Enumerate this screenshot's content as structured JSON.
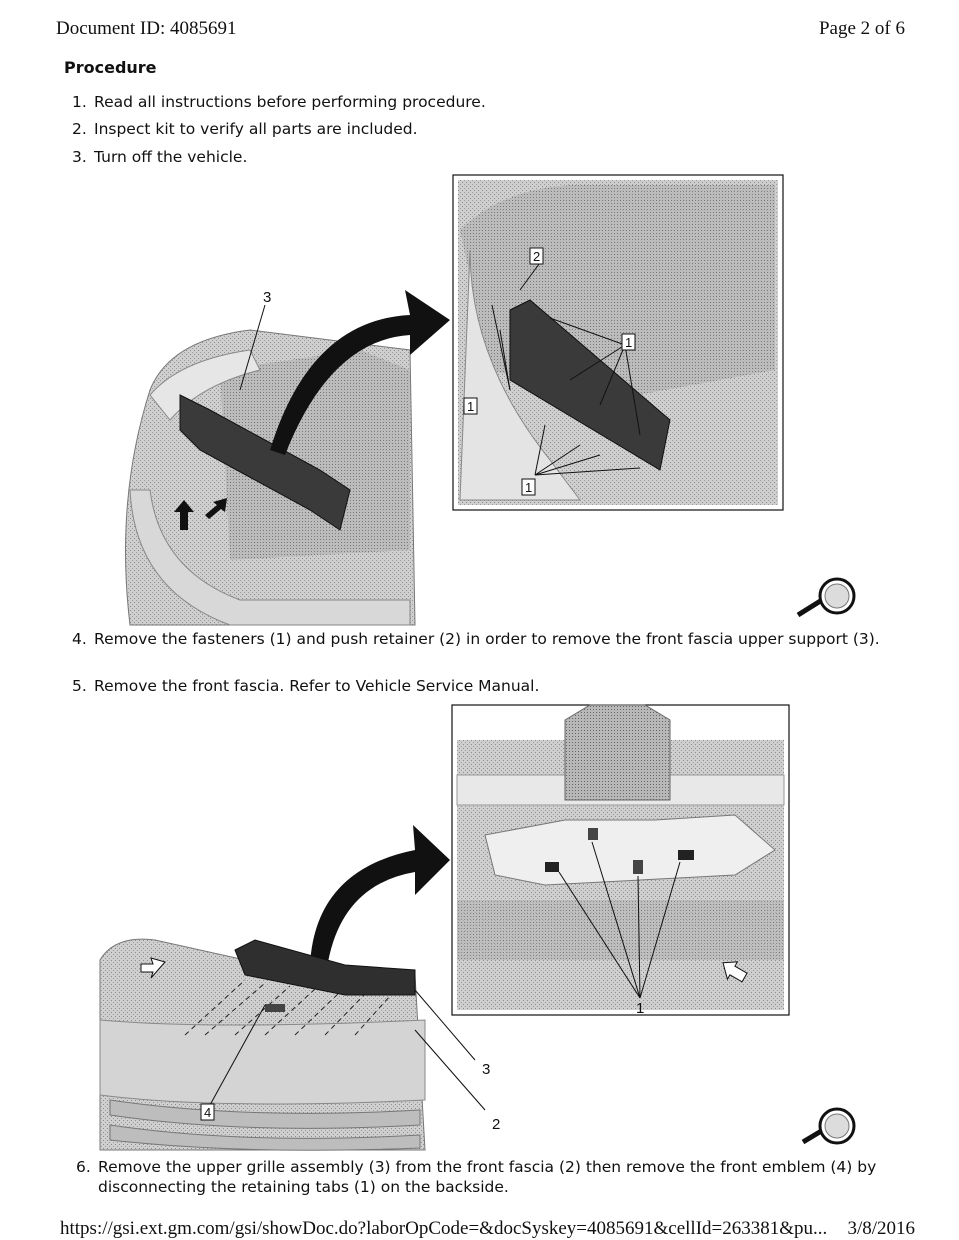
{
  "header": {
    "document_id": "Document ID: 4085691",
    "page": "Page 2 of 6"
  },
  "section": {
    "heading": "Procedure"
  },
  "steps": [
    {
      "num": "1.",
      "text": "Read all instructions before performing procedure."
    },
    {
      "num": "2.",
      "text": "Inspect kit to verify all parts are included."
    },
    {
      "num": "3.",
      "text": "Turn off the vehicle."
    },
    {
      "num": "4.",
      "text": "Remove the fasteners (1) and push retainer (2) in order to remove the front fascia upper support (3)."
    },
    {
      "num": "5.",
      "text": "Remove the front fascia. Refer to Vehicle Service Manual."
    },
    {
      "num": "6.",
      "text": "Remove the upper grille assembly (3) from the front fascia (2) then remove the front emblem (4) by disconnecting the retaining tabs (1) on the backside."
    }
  ],
  "figure1": {
    "callouts": {
      "support": "3",
      "retainer": "2",
      "fastener_a": "1",
      "fastener_b": "1",
      "fastener_c": "1"
    },
    "icon": "magnifier-icon"
  },
  "figure2": {
    "callouts": {
      "tabs": "1",
      "grille": "3",
      "fascia": "2",
      "emblem": "4"
    },
    "icon": "magnifier-icon"
  },
  "footer": {
    "url": "https://gsi.ext.gm.com/gsi/showDoc.do?laborOpCode=&docSyskey=4085691&cellId=263381&pu...",
    "date": "3/8/2016"
  }
}
